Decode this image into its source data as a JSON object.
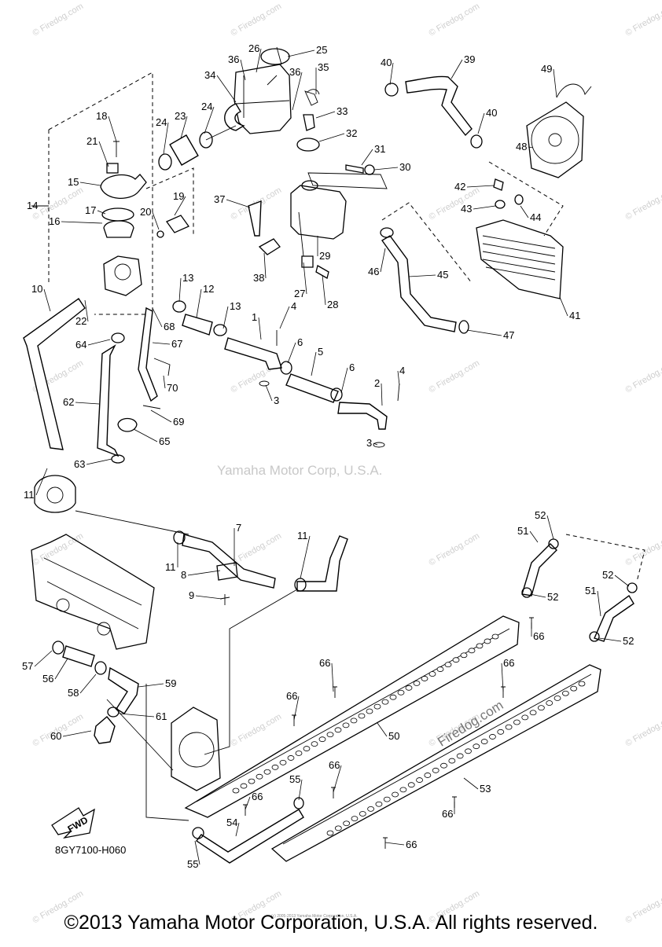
{
  "diagram": {
    "part_labels": [
      "1",
      "2",
      "3",
      "4",
      "5",
      "6",
      "7",
      "8",
      "9",
      "10",
      "11",
      "12",
      "13",
      "14",
      "15",
      "16",
      "17",
      "18",
      "19",
      "20",
      "21",
      "22",
      "23",
      "24",
      "25",
      "26",
      "27",
      "28",
      "29",
      "30",
      "31",
      "32",
      "33",
      "34",
      "35",
      "36",
      "37",
      "38",
      "39",
      "40",
      "41",
      "42",
      "43",
      "44",
      "45",
      "46",
      "47",
      "48",
      "49",
      "50",
      "51",
      "52",
      "53",
      "54",
      "55",
      "56",
      "57",
      "58",
      "59",
      "60",
      "61",
      "62",
      "63",
      "64",
      "65",
      "66",
      "67",
      "68",
      "69",
      "70"
    ],
    "diagram_code": "8GY7100-H060",
    "direction_badge": "FWD",
    "center_watermark": "Yamaha Motor Corp, U.S.A.",
    "site_watermark": "© Firedog.com",
    "site_logo_text": "Firedog.com",
    "fine_print": "(c) 2005-2013 Yamaha Motor Corporation, U.S.A."
  },
  "footer": {
    "copyright": "©2013 Yamaha Motor Corporation, U.S.A. All rights reserved."
  }
}
